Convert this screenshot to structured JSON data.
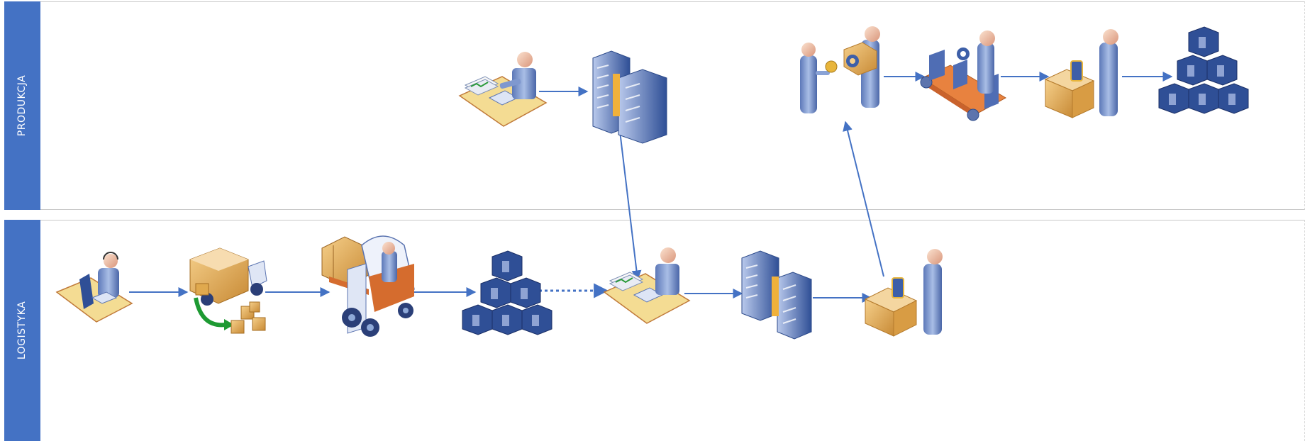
{
  "lanes": {
    "production": {
      "label": "PRODUKCJA"
    },
    "logistics": {
      "label": "LOGISTYKA"
    }
  },
  "colors": {
    "lane_header": "#4472c4",
    "arrow": "#4472c4",
    "person": "#8fa9d8",
    "box": "#e0a94e",
    "server": "#3d5fa8",
    "desk": "#f1d98f"
  },
  "nodes": {
    "production": [
      "planner-desk",
      "server",
      "buyer-and-seller",
      "assembly-line",
      "packing-worker",
      "stacked-crates"
    ],
    "logistics": [
      "call-center-operator",
      "delivery-truck",
      "forklift",
      "stacked-crates",
      "clerk-desk",
      "server",
      "packing-worker"
    ]
  }
}
